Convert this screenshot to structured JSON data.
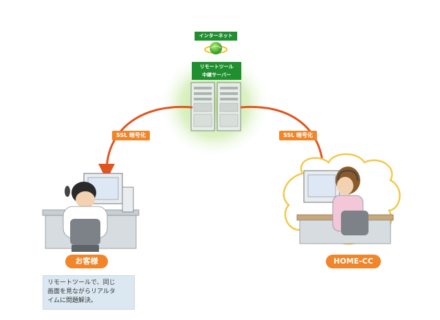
{
  "internet": {
    "label": "インターネット"
  },
  "relay_server": {
    "label_line1": "リモートツール",
    "label_line2": "中継サーバー"
  },
  "connections": [
    {
      "label": "SSL 暗号化"
    },
    {
      "label": "SSL 暗号化"
    }
  ],
  "customer": {
    "label": "お客様"
  },
  "home_cc": {
    "label": "HOME-CC"
  },
  "note": {
    "lines": [
      "リモートツールで、同じ",
      "画面を見ながらリアルタ",
      "イムに問題解決。"
    ]
  },
  "colors": {
    "accent_orange": "#f0852a",
    "arrow_red": "#e2541f",
    "label_green": "#1f8f2f",
    "glow_green": "#c8ea9a",
    "note_blue": "#dbe8f2",
    "cloud_outline": "#f2c84a"
  }
}
